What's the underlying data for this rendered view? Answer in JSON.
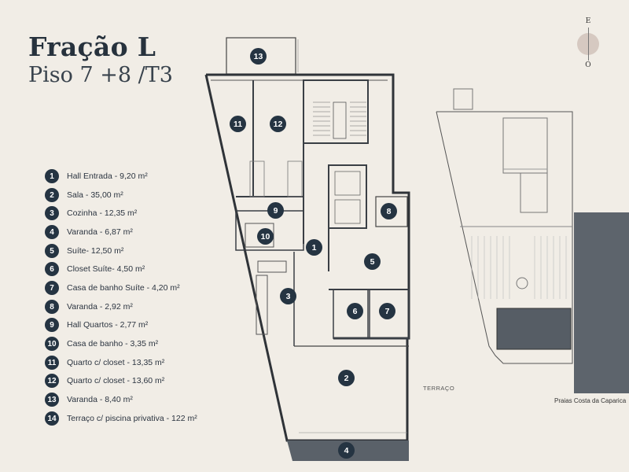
{
  "header": {
    "title": "Fração L",
    "subtitle": "Piso 7 +8 /T3"
  },
  "compass": {
    "top": "E",
    "bottom": "O"
  },
  "legend": [
    {
      "num": "1",
      "label": "Hall Entrada - 9,20 m²"
    },
    {
      "num": "2",
      "label": "Sala - 35,00 m²"
    },
    {
      "num": "3",
      "label": "Cozinha - 12,35 m²"
    },
    {
      "num": "4",
      "label": "Varanda - 6,87 m²"
    },
    {
      "num": "5",
      "label": "Suíte- 12,50 m²"
    },
    {
      "num": "6",
      "label": "Closet Suíte- 4,50 m²"
    },
    {
      "num": "7",
      "label": "Casa de banho Suíte - 4,20 m²"
    },
    {
      "num": "8",
      "label": "Varanda - 2,92 m²"
    },
    {
      "num": "9",
      "label": "Hall Quartos - 2,77 m²"
    },
    {
      "num": "10",
      "label": "Casa de banho -  3,35 m²"
    },
    {
      "num": "11",
      "label": "Quarto c/ closet - 13,35 m²"
    },
    {
      "num": "12",
      "label": "Quarto c/ closet - 13,60 m²"
    },
    {
      "num": "13",
      "label": "Varanda - 8,40 m²"
    },
    {
      "num": "14",
      "label": "Terraço c/ piscina privativa - 122 m²"
    }
  ],
  "plan_labels": {
    "terraco": "TERRAÇO",
    "location": "Praias Costa da Caparica"
  },
  "colors": {
    "background": "#f1ede6",
    "badge": "#253442",
    "wall": "#2f3338",
    "balcony": "#5a6169"
  }
}
